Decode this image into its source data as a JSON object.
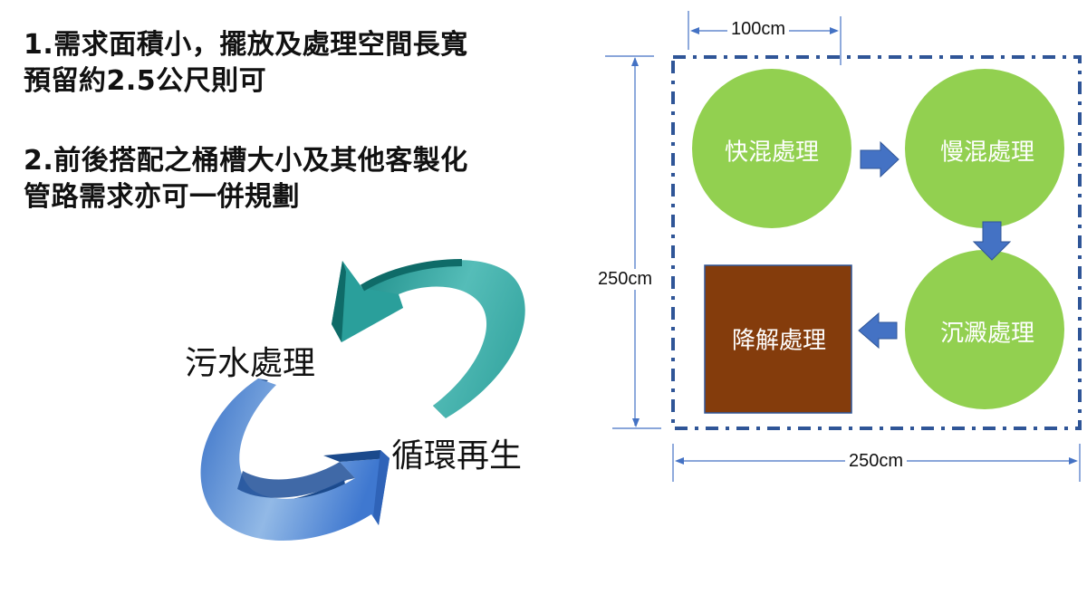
{
  "notes": [
    {
      "lines": [
        "1.需求面積小，擺放及處理空間長寬",
        "預留約2.5公尺則可"
      ]
    },
    {
      "lines": [
        "2.前後搭配之桶槽大小及其他客製化",
        "管路需求亦可一併規劃"
      ]
    }
  ],
  "cycle": {
    "label_top": "污水處理",
    "label_bottom": "循環再生",
    "colors": {
      "teal": "#2e9e9a",
      "teal_dark": "#0f6b68",
      "blue": "#5b8fd6",
      "blue_dark": "#1b4a8c"
    }
  },
  "layout_diagram": {
    "dimensions": {
      "top": "100cm",
      "left": "250cm",
      "bottom": "250cm"
    },
    "nodes": [
      {
        "id": "fast-mix",
        "label": "快混處理",
        "shape": "circle"
      },
      {
        "id": "slow-mix",
        "label": "慢混處理",
        "shape": "circle"
      },
      {
        "id": "sedimentation",
        "label": "沉澱處理",
        "shape": "circle"
      },
      {
        "id": "degradation",
        "label": "降解處理",
        "shape": "square"
      }
    ],
    "flow": [
      "快混處理",
      "慢混處理",
      "沉澱處理",
      "降解處理"
    ],
    "colors": {
      "circle": "#92d050",
      "square": "#843c0c",
      "arrow": "#4472c4",
      "boundary": "#2f5597",
      "dimension": "#4472c4"
    }
  }
}
